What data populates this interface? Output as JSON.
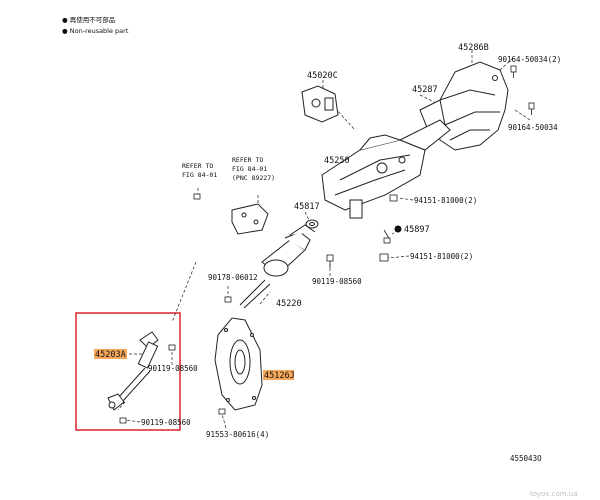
{
  "legend": {
    "line1": "● 再使用不可部品",
    "line2": "● Non-reusable part"
  },
  "labels": {
    "p45286B": "45286B",
    "p90164_50034_2": "90164-50034(2)",
    "p45020C": "45020C",
    "p45287": "45287",
    "p90164_50034": "90164-50034",
    "p45250": "45250",
    "refer1_l1": "REFER TO",
    "refer1_l2": "FIG 84-01",
    "refer2_l1": "REFER TO",
    "refer2_l2": "FIG 84-01",
    "refer2_l3": "(PNC 89227)",
    "p45817": "45817",
    "p94151_81000_2a": "94151-81000(2)",
    "p45897": "45897",
    "p94151_81000_2b": "94151-81000(2)",
    "p90119_08560_top": "90119-08560",
    "p90178_06012": "90178-06012",
    "p45220": "45220",
    "p45203A": "45203A",
    "p45126J": "45126J",
    "p90119_08560_mid": "90119-08560",
    "p90119_08560_bot": "90119-08560",
    "p91553_80616_4": "91553-80616(4)",
    "diagram_id": "455043O",
    "watermark": "toyox.com.ua"
  },
  "colors": {
    "highlight": "#f7a85a",
    "box_red": "#d9232a",
    "line": "#222222"
  }
}
